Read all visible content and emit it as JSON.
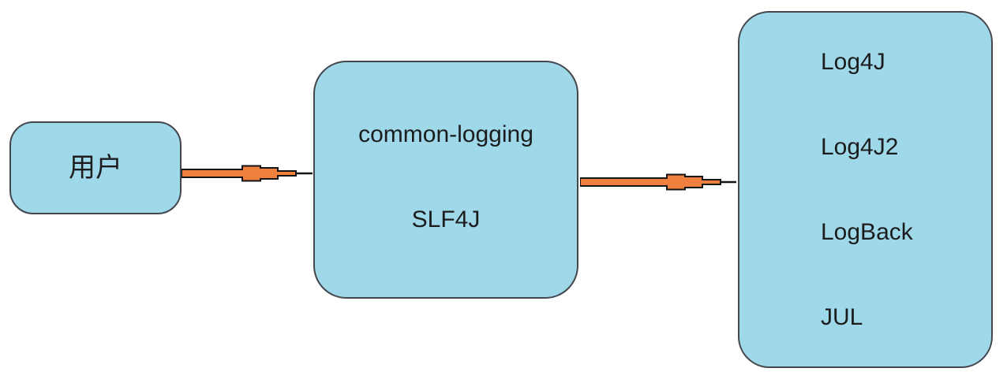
{
  "diagram": {
    "type": "flow",
    "description": "Java logging facade architecture diagram",
    "nodes": [
      {
        "id": "user",
        "label": "用户"
      },
      {
        "id": "logging-facade",
        "lines": [
          "common-logging",
          "SLF4J"
        ]
      },
      {
        "id": "logging-implementations",
        "lines": [
          "Log4J",
          "Log4J2",
          "LogBack",
          "JUL"
        ]
      }
    ],
    "edges": [
      {
        "from": "user",
        "to": "logging-facade",
        "style": "orange-arrow"
      },
      {
        "from": "logging-facade",
        "to": "logging-implementations",
        "style": "orange-arrow"
      }
    ],
    "colors": {
      "node_fill": "#9fd8e8",
      "node_border": "#43464d",
      "text": "#1c1c1e",
      "arrow_fill": "#f0803e",
      "arrow_outline": "#151515",
      "background": "#ffffff"
    }
  }
}
